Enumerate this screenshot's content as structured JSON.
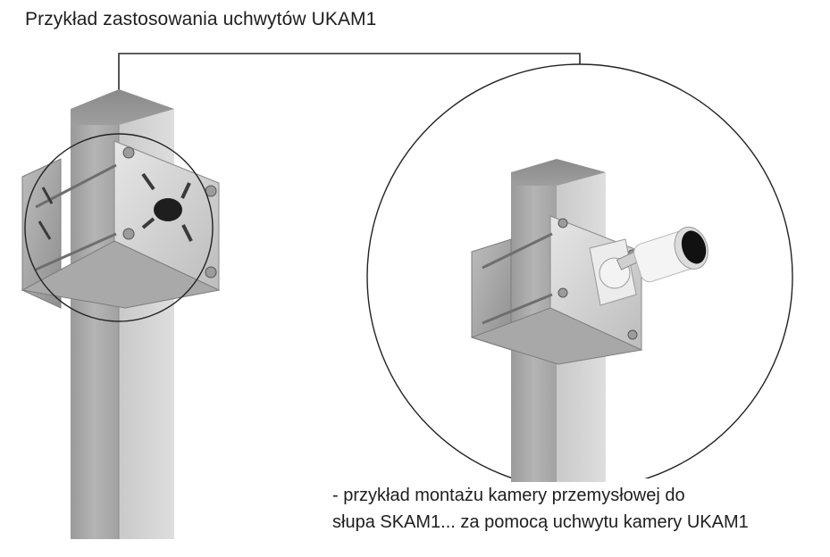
{
  "title": "Przykład zastosowania uchwytów UKAM1",
  "caption": {
    "line1": "- przykład montażu kamery przemysłowej do",
    "line2": "słupa SKAM1... za pomocą uchwytu kamery UKAM1"
  }
}
